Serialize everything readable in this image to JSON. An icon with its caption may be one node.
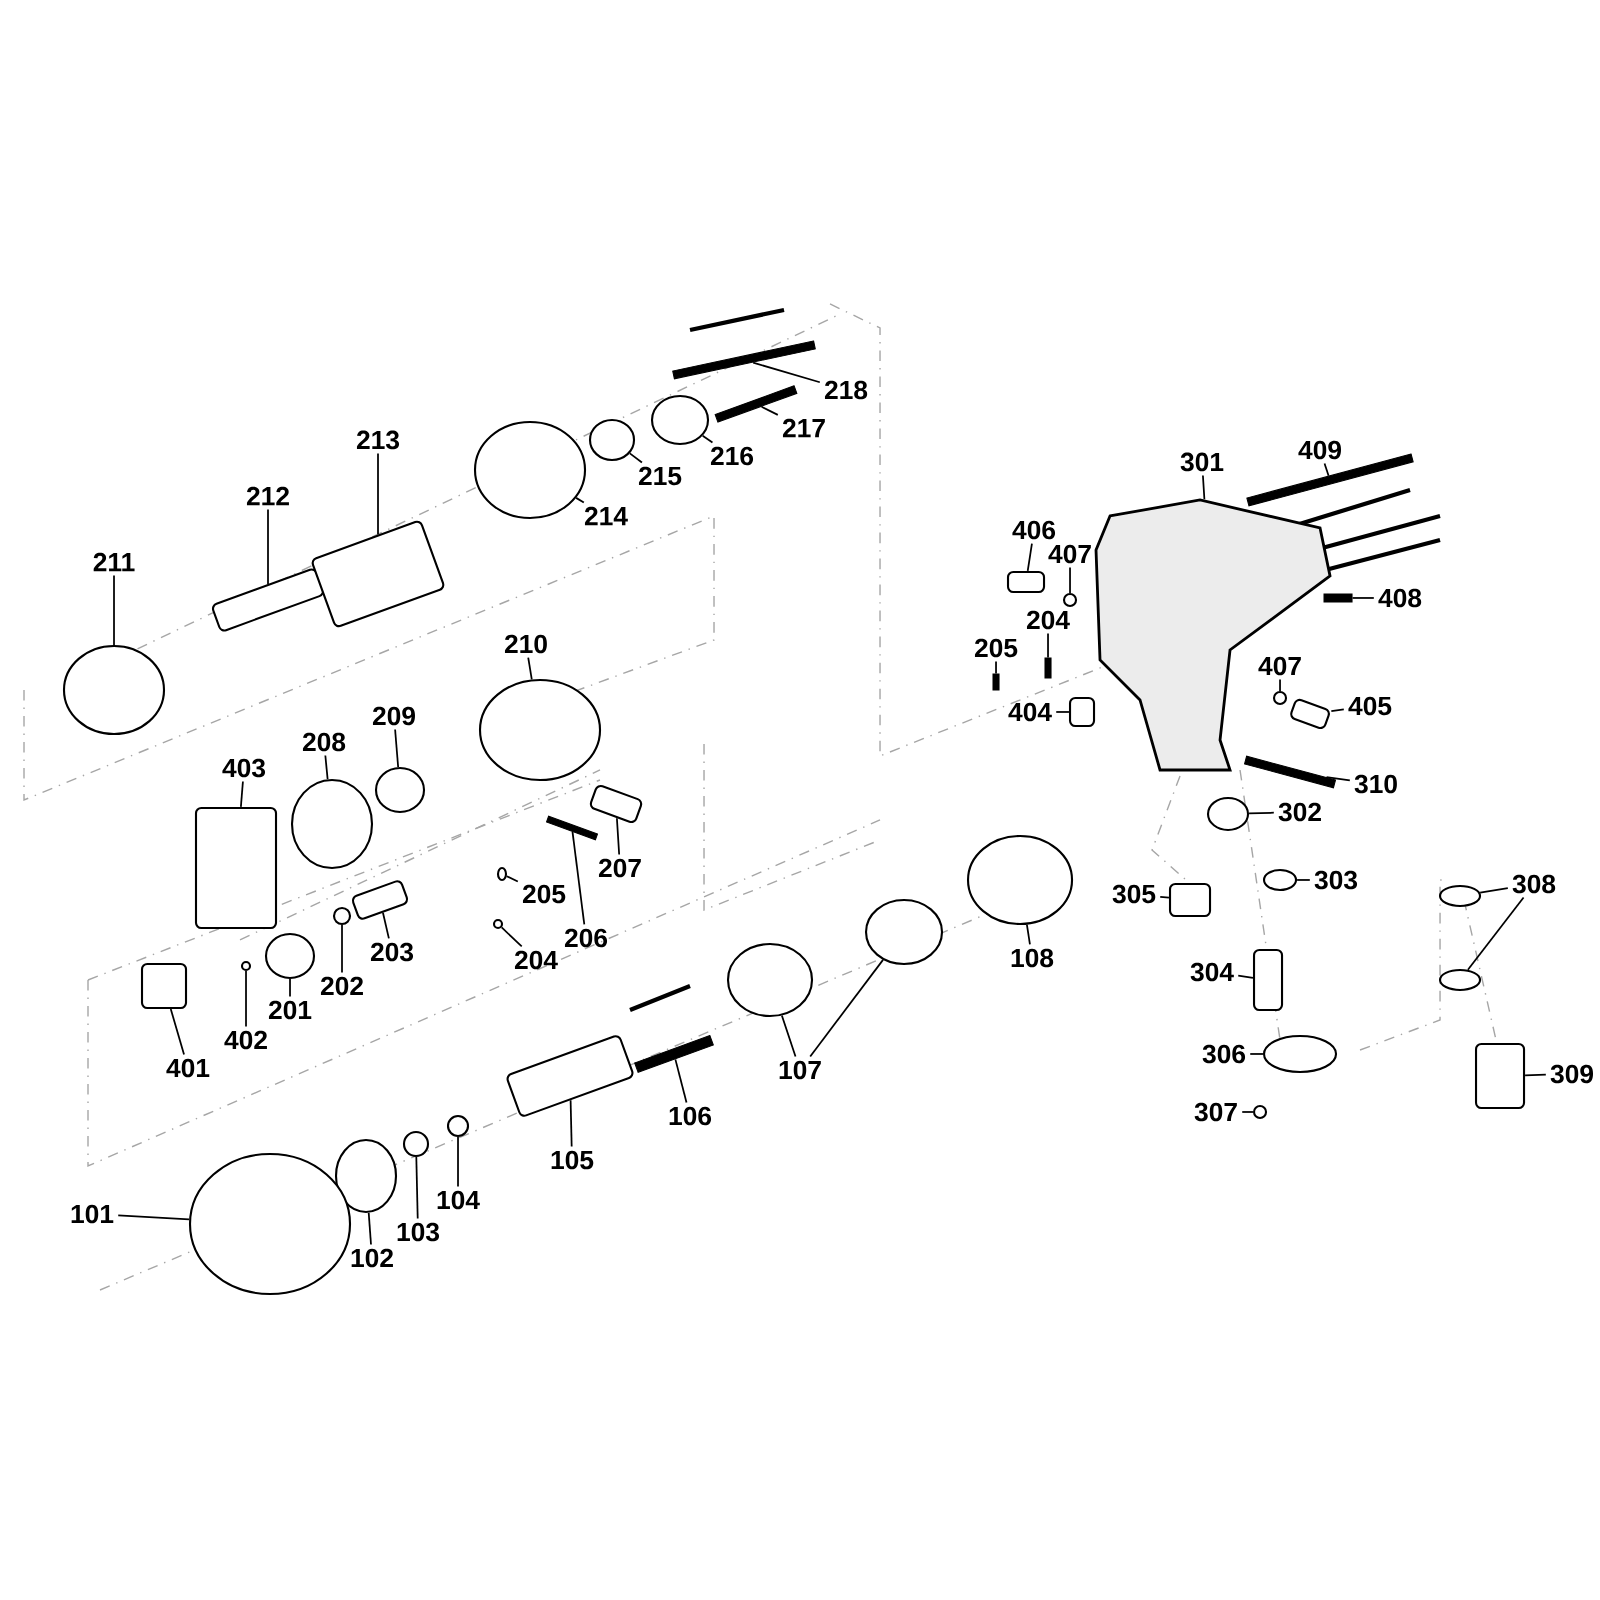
{
  "diagram": {
    "nodes": [
      {
        "text": [
          "211"
        ]
      },
      {
        "text": [
          "212"
        ]
      },
      {
        "text": [
          "213"
        ]
      },
      {
        "text": [
          "214"
        ]
      },
      {
        "text": [
          "215"
        ]
      },
      {
        "text": [
          "216"
        ]
      },
      {
        "text": [
          "217"
        ]
      },
      {
        "text": [
          "218"
        ]
      },
      {
        "text": [
          "210"
        ]
      },
      {
        "text": [
          "209"
        ]
      },
      {
        "text": [
          "208"
        ]
      },
      {
        "text": [
          "403"
        ]
      },
      {
        "text": [
          "207"
        ]
      },
      {
        "text": [
          "205"
        ]
      },
      {
        "text": [
          "206"
        ]
      },
      {
        "text": [
          "204"
        ]
      },
      {
        "text": [
          "203"
        ]
      },
      {
        "text": [
          "202"
        ]
      },
      {
        "text": [
          "201"
        ]
      },
      {
        "text": [
          "401"
        ]
      },
      {
        "text": [
          "402"
        ]
      },
      {
        "text": [
          "108"
        ]
      },
      {
        "text": [
          "107"
        ]
      },
      {
        "text": [
          "106"
        ]
      },
      {
        "text": [
          "105"
        ]
      },
      {
        "text": [
          "104"
        ]
      },
      {
        "text": [
          "103"
        ]
      },
      {
        "text": [
          "102"
        ]
      },
      {
        "text": [
          "101"
        ]
      },
      {
        "text": [
          "301"
        ]
      },
      {
        "text": [
          "409"
        ]
      },
      {
        "text": [
          "406"
        ]
      },
      {
        "text": [
          "407"
        ]
      },
      {
        "text": [
          "204"
        ]
      },
      {
        "text": [
          "205"
        ]
      },
      {
        "text": [
          "404"
        ]
      },
      {
        "text": [
          "408"
        ]
      },
      {
        "text": [
          "407"
        ]
      },
      {
        "text": [
          "405"
        ]
      },
      {
        "text": [
          "310"
        ]
      },
      {
        "text": [
          "302"
        ]
      },
      {
        "text": [
          "305"
        ]
      },
      {
        "text": [
          "303"
        ]
      },
      {
        "text": [
          "304"
        ]
      },
      {
        "text": [
          "308"
        ]
      },
      {
        "text": [
          "306"
        ]
      },
      {
        "text": [
          "309"
        ]
      },
      {
        "text": [
          "307"
        ]
      },
      {
        "text": [],
        "shape": "circle"
      },
      {
        "text": [],
        "shape": "box"
      },
      {
        "text": [],
        "shape": "box"
      },
      {
        "text": [],
        "shape": "circle"
      },
      {
        "text": [],
        "shape": "circle"
      },
      {
        "text": [],
        "shape": "circle"
      },
      {
        "text": [],
        "shape": "bar"
      },
      {
        "text": [],
        "shape": "bar"
      },
      {
        "text": [],
        "shape": "circle"
      },
      {
        "text": [],
        "shape": "circle"
      },
      {
        "text": [],
        "shape": "circle"
      },
      {
        "text": [],
        "shape": "box"
      },
      {
        "text": [],
        "shape": "box"
      },
      {
        "text": [],
        "shape": "circle"
      },
      {
        "text": [],
        "shape": "bar"
      },
      {
        "text": [],
        "shape": "circle"
      },
      {
        "text": [],
        "shape": "box"
      },
      {
        "text": [],
        "shape": "circle"
      },
      {
        "text": [],
        "shape": "circle"
      },
      {
        "text": [],
        "shape": "box"
      },
      {
        "text": [],
        "shape": "circle"
      },
      {
        "text": [],
        "shape": "circle"
      },
      {
        "text": [],
        "shape": "circle"
      },
      {
        "text": [],
        "shape": "circle"
      },
      {
        "text": [],
        "shape": "bar"
      },
      {
        "text": [],
        "shape": "box"
      },
      {
        "text": [],
        "shape": "circle"
      },
      {
        "text": [],
        "shape": "circle"
      },
      {
        "text": [],
        "shape": "circle"
      },
      {
        "text": [],
        "shape": "circle"
      },
      {
        "text": [],
        "shape": "picture"
      },
      {
        "text": [],
        "shape": "bar"
      },
      {
        "text": [],
        "shape": "box"
      },
      {
        "text": [],
        "shape": "circle"
      },
      {
        "text": [],
        "shape": "bar"
      },
      {
        "text": [],
        "shape": "bar"
      },
      {
        "text": [],
        "shape": "box"
      },
      {
        "text": [],
        "shape": "bar"
      },
      {
        "text": [],
        "shape": "circle"
      },
      {
        "text": [],
        "shape": "box"
      },
      {
        "text": [],
        "shape": "bar"
      },
      {
        "text": [],
        "shape": "circle"
      },
      {
        "text": [],
        "shape": "box"
      },
      {
        "text": [],
        "shape": "circle"
      },
      {
        "text": [],
        "shape": "box"
      },
      {
        "text": [],
        "shape": "circle"
      },
      {
        "text": [],
        "shape": "circle"
      },
      {
        "text": [],
        "shape": "circle"
      },
      {
        "text": [],
        "shape": "box"
      },
      {
        "text": [],
        "shape": "circle"
      }
    ],
    "edges": [
      {
        "from": 0,
        "to": 48,
        "arrow": "none"
      },
      {
        "from": 1,
        "to": 49,
        "arrow": "none"
      },
      {
        "from": 2,
        "to": 50,
        "arrow": "none"
      },
      {
        "from": 3,
        "to": 51,
        "arrow": "none"
      },
      {
        "from": 4,
        "to": 52,
        "arrow": "none"
      },
      {
        "from": 5,
        "to": 53,
        "arrow": "none"
      },
      {
        "from": 6,
        "to": 54,
        "arrow": "none"
      },
      {
        "from": 7,
        "to": 55,
        "arrow": "none"
      },
      {
        "from": 8,
        "to": 56,
        "arrow": "none"
      },
      {
        "from": 9,
        "to": 57,
        "arrow": "none"
      },
      {
        "from": 10,
        "to": 58,
        "arrow": "none"
      },
      {
        "from": 11,
        "to": 59,
        "arrow": "none"
      },
      {
        "from": 12,
        "to": 60,
        "arrow": "none"
      },
      {
        "from": 13,
        "to": 61,
        "arrow": "none"
      },
      {
        "from": 14,
        "to": 62,
        "arrow": "none"
      },
      {
        "from": 15,
        "to": 63,
        "arrow": "none"
      },
      {
        "from": 16,
        "to": 64,
        "arrow": "none"
      },
      {
        "from": 17,
        "to": 65,
        "arrow": "none"
      },
      {
        "from": 18,
        "to": 66,
        "arrow": "none"
      },
      {
        "from": 19,
        "to": 67,
        "arrow": "none"
      },
      {
        "from": 20,
        "to": 68,
        "arrow": "none"
      },
      {
        "from": 21,
        "to": 69,
        "arrow": "none"
      },
      {
        "from": 22,
        "to": 70,
        "arrow": "none"
      },
      {
        "from": 22,
        "to": 71,
        "arrow": "none"
      },
      {
        "from": 23,
        "to": 72,
        "arrow": "none"
      },
      {
        "from": 24,
        "to": 73,
        "arrow": "none"
      },
      {
        "from": 25,
        "to": 74,
        "arrow": "none"
      },
      {
        "from": 26,
        "to": 75,
        "arrow": "none"
      },
      {
        "from": 27,
        "to": 76,
        "arrow": "none"
      },
      {
        "from": 28,
        "to": 77,
        "arrow": "none"
      },
      {
        "from": 29,
        "to": 78,
        "arrow": "none"
      },
      {
        "from": 30,
        "to": 79,
        "arrow": "none"
      },
      {
        "from": 31,
        "to": 80,
        "arrow": "none"
      },
      {
        "from": 32,
        "to": 81,
        "arrow": "none"
      },
      {
        "from": 33,
        "to": 82,
        "arrow": "none"
      },
      {
        "from": 34,
        "to": 83,
        "arrow": "none"
      },
      {
        "from": 35,
        "to": 84,
        "arrow": "none"
      },
      {
        "from": 36,
        "to": 85,
        "arrow": "none"
      },
      {
        "from": 37,
        "to": 86,
        "arrow": "none"
      },
      {
        "from": 38,
        "to": 87,
        "arrow": "none"
      },
      {
        "from": 39,
        "to": 88,
        "arrow": "none"
      },
      {
        "from": 40,
        "to": 89,
        "arrow": "none"
      },
      {
        "from": 41,
        "to": 90,
        "arrow": "none"
      },
      {
        "from": 42,
        "to": 91,
        "arrow": "none"
      },
      {
        "from": 43,
        "to": 92,
        "arrow": "none"
      },
      {
        "from": 44,
        "to": 93,
        "arrow": "none"
      },
      {
        "from": 44,
        "to": 94,
        "arrow": "none"
      },
      {
        "from": 45,
        "to": 95,
        "arrow": "none"
      },
      {
        "from": 46,
        "to": 96,
        "arrow": "none"
      },
      {
        "from": 47,
        "to": 97,
        "arrow": "none"
      }
    ]
  }
}
